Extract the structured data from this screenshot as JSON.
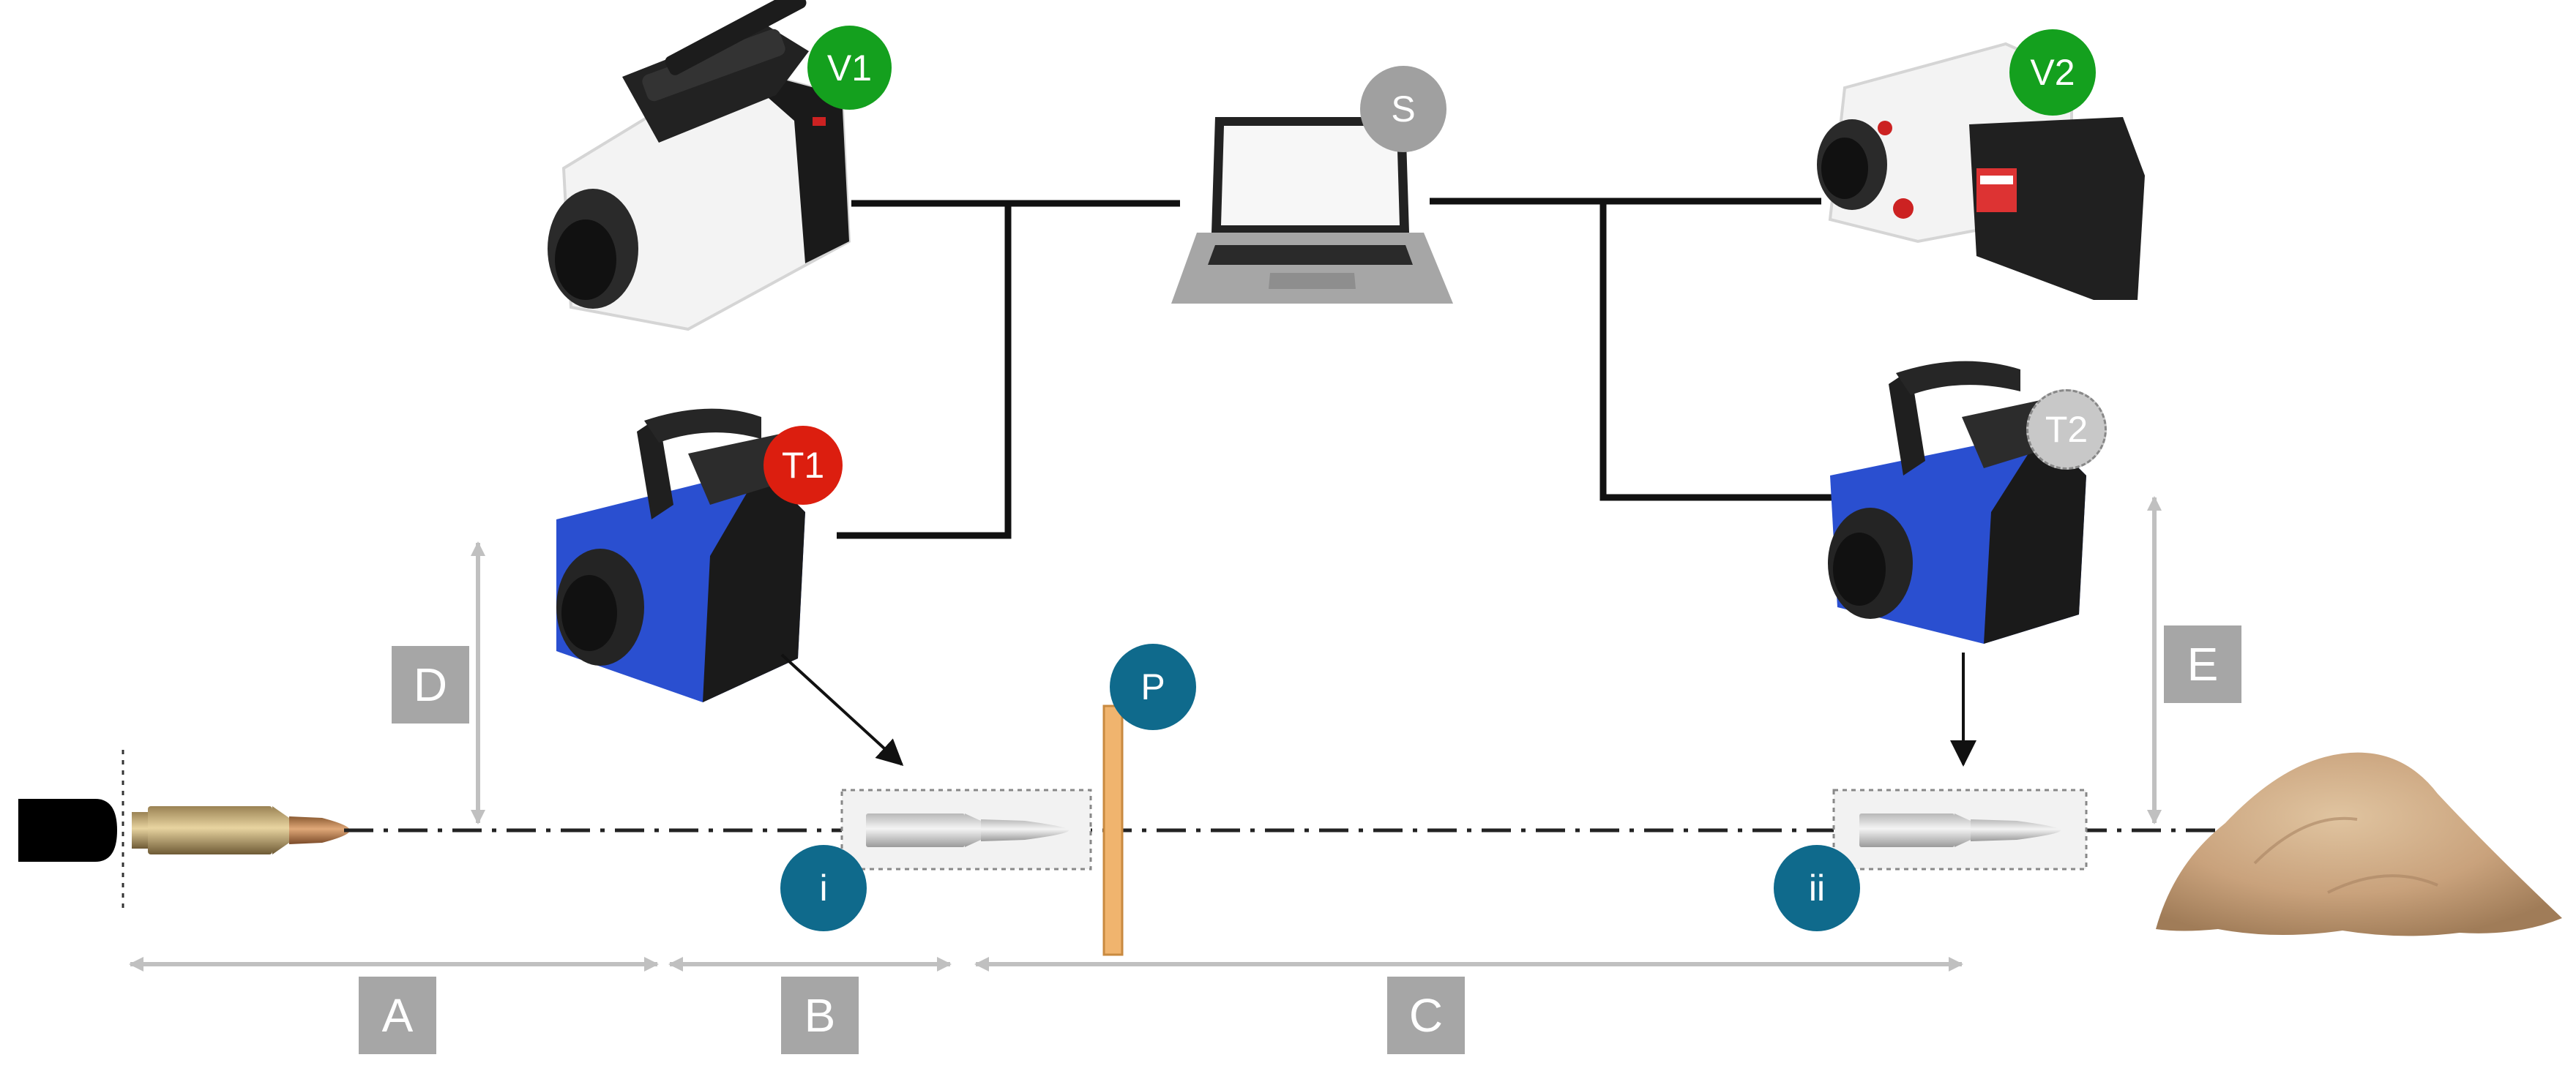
{
  "labels": {
    "v1": "V1",
    "v2": "V2",
    "s": "S",
    "t1": "T1",
    "t2": "T2",
    "p": "P",
    "i": "i",
    "ii": "ii",
    "a": "A",
    "b": "B",
    "c": "C",
    "d": "D",
    "e": "E"
  },
  "colors": {
    "green_badge": "#14a01e",
    "grey_badge": "#a0a0a0",
    "red_badge": "#dc1e0f",
    "blue_badge": "#0f6a8c",
    "light_grey_badge": "#c8c8c8",
    "label_box": "#a6a6a6",
    "dimension_arrow": "#c0c0c0",
    "camera_blue": "#2a4fd0",
    "plate": "#f0b46e",
    "sand": "#c9a27c"
  },
  "icons": {
    "v1": "high-speed-video-camera-white",
    "v2": "high-speed-video-camera-white",
    "s": "laptop-icon",
    "t1": "thermal-camera-blue",
    "t2": "thermal-camera-blue",
    "barrel": "gun-barrel-icon",
    "bullet": "cartridge-icon",
    "plate": "target-plate-icon",
    "sand": "sand-pile-icon"
  }
}
